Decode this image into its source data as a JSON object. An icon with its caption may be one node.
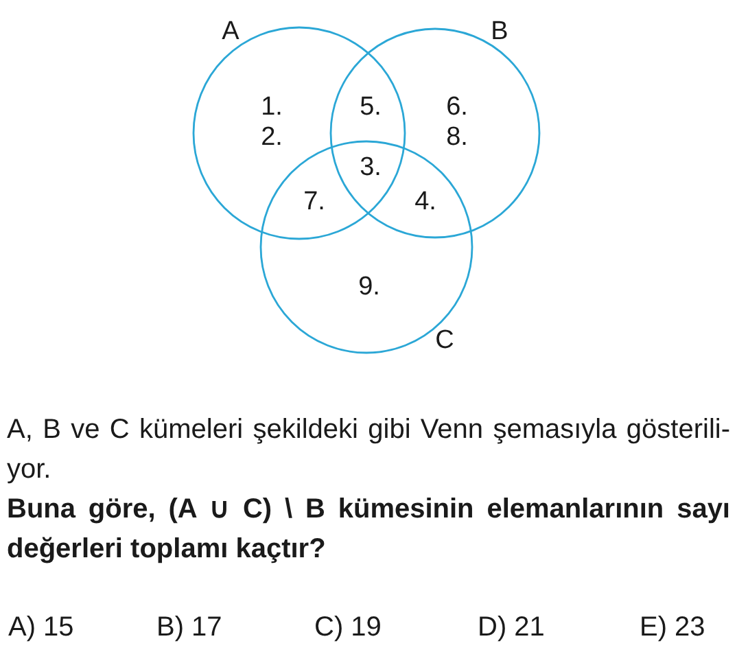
{
  "diagram": {
    "nodes": [
      {
        "text": [
          "A"
        ]
      },
      {
        "text": [
          "B"
        ]
      },
      {
        "text": [
          "C"
        ]
      }
    ],
    "labels": [
      "1.",
      "5.",
      "6.",
      "2.",
      "8.",
      "3.",
      "7.",
      "4.",
      "9.",
      "A, B ve C kümeleri şekildeki gibi Venn şemasıyla gösterili-yor.",
      "Buna göre, (A ∪ C) \\ B kümesinin elemanlarının sayı değerleri toplamı kaçtır?",
      "A) 15",
      "B) 17",
      "C) 19",
      "D) 21",
      "E) 23"
    ]
  }
}
